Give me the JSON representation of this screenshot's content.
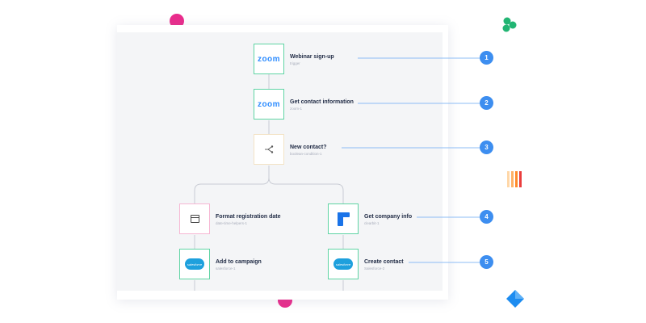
{
  "colors": {
    "accent_blue": "#3d8ef0",
    "node_border_green": "#5fd4a4",
    "zoom_blue": "#2d8cff",
    "salesforce_blue": "#1ea0dd",
    "decoration_pink": "#ea2c8c",
    "decoration_green": "#22b573"
  },
  "workflow": {
    "nodes": [
      {
        "title": "Webinar sign-up",
        "subtitle": "trigger",
        "icon": "zoom-logo",
        "logo_text": "zoom"
      },
      {
        "title": "Get contact information",
        "subtitle": "zoom-1",
        "icon": "zoom-logo",
        "logo_text": "zoom"
      },
      {
        "title": "New contact?",
        "subtitle": "boolean-condition-1",
        "icon": "branch-icon"
      },
      {
        "title": "Format registration date",
        "subtitle": "date-time-helpers-1",
        "icon": "calendar-icon"
      },
      {
        "title": "Add to campaign",
        "subtitle": "salesforce-1",
        "icon": "salesforce-logo",
        "logo_text": "salesforce"
      },
      {
        "title": "Get company info",
        "subtitle": "clearbit-1",
        "icon": "clearbit-icon"
      },
      {
        "title": "Create contact",
        "subtitle": "Salesforce-2",
        "icon": "salesforce-logo",
        "logo_text": "salesforce"
      }
    ]
  },
  "callouts": [
    "1",
    "2",
    "3",
    "4",
    "5"
  ]
}
